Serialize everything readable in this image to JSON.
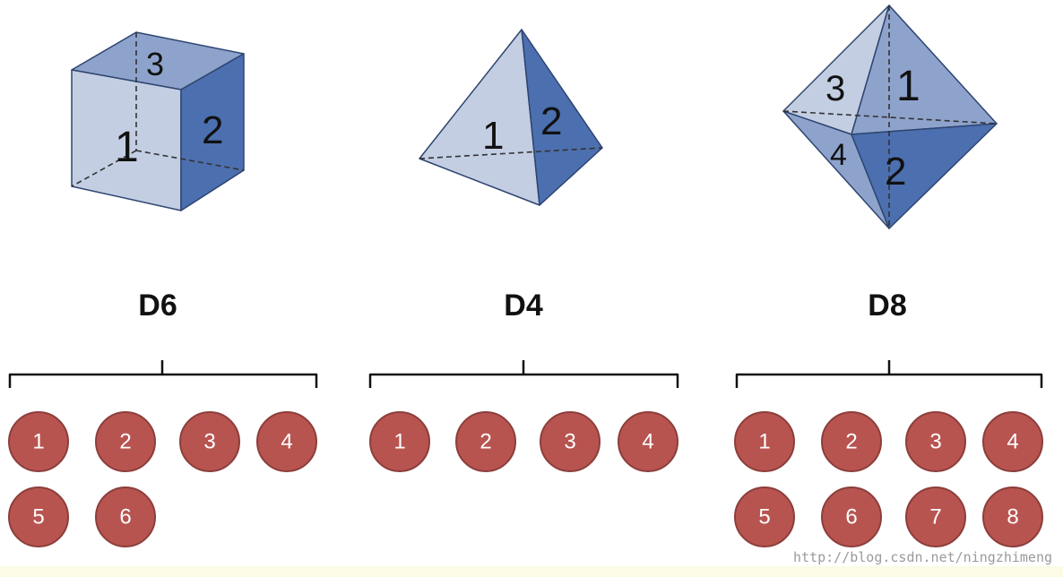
{
  "dice": [
    {
      "name": "D6",
      "face_labels": [
        "3",
        "2",
        "1"
      ],
      "outcomes": [
        "1",
        "2",
        "3",
        "4",
        "5",
        "6"
      ]
    },
    {
      "name": "D4",
      "face_labels": [
        "1",
        "2"
      ],
      "outcomes": [
        "1",
        "2",
        "3",
        "4"
      ]
    },
    {
      "name": "D8",
      "face_labels": [
        "3",
        "1",
        "4",
        "2"
      ],
      "outcomes": [
        "1",
        "2",
        "3",
        "4",
        "5",
        "6",
        "7",
        "8"
      ]
    }
  ],
  "watermark": "http://blog.csdn.net/ningzhimeng",
  "colors": {
    "face_light": "#c3cee3",
    "face_mid": "#8ea3cc",
    "face_dark": "#4c6faf",
    "edge": "#2e4570",
    "outcome_fill": "#b85450",
    "outcome_stroke": "#8c3e3b",
    "outcome_text": "#ffffff"
  }
}
